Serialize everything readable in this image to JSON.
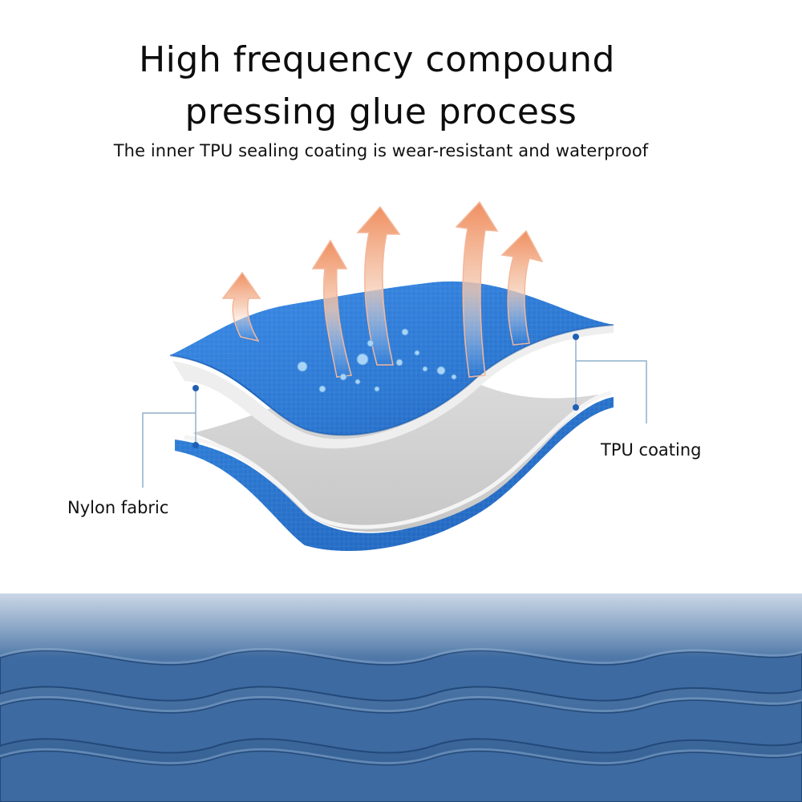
{
  "heading": {
    "line1": "High frequency compound",
    "line2": "pressing glue process",
    "subtitle": "The inner TPU sealing coating is wear-resistant and waterproof"
  },
  "labels": {
    "tpu": "TPU coating",
    "nylon": "Nylon fabric"
  },
  "colors": {
    "fabric_blue": "#2f7fd8",
    "tpu_grey": "#cfcfcf",
    "arrow_orange": "#f2a27a",
    "leader_line": "#8fb0cc",
    "mat_blue": "#2f5d92"
  },
  "icons": [
    "heat-arrow-icon",
    "water-droplet-icon"
  ]
}
